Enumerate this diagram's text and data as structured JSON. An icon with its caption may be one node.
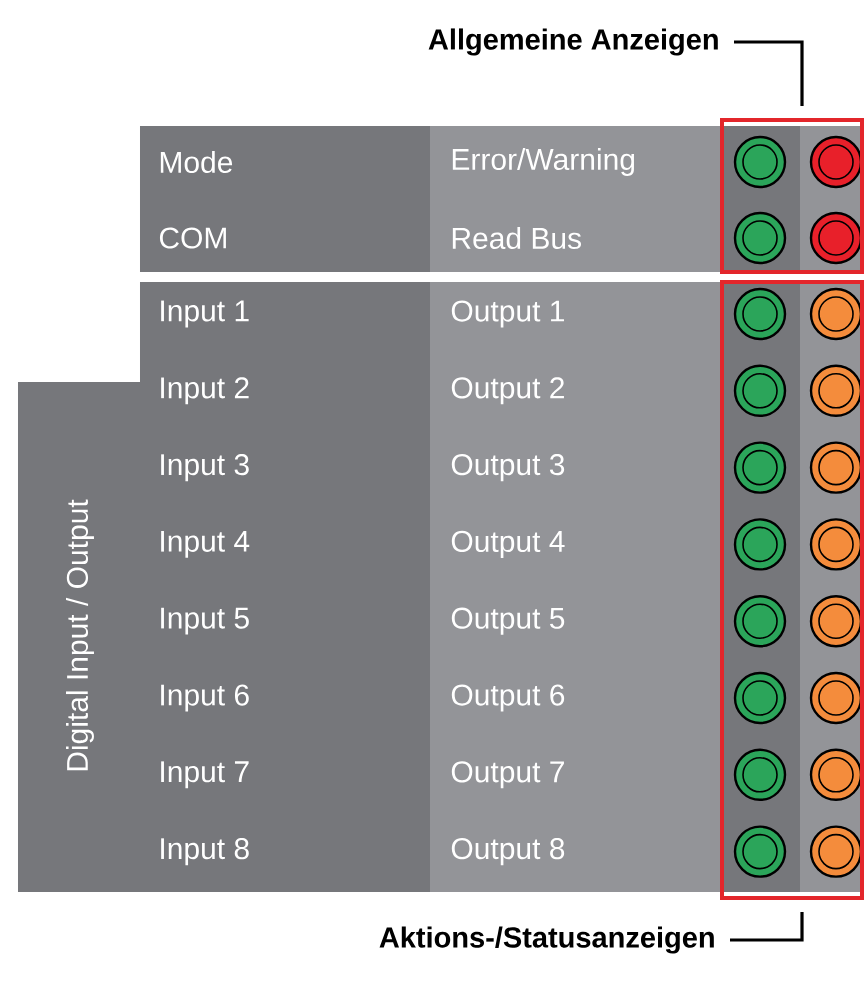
{
  "diagram": {
    "nodes": [
      {
        "text": [
          "Allgemeine Anzeigen"
        ]
      },
      {
        "text": [],
        "shape": "box"
      },
      {
        "text": [
          "Aktions-/Statusanzeigen"
        ]
      },
      {
        "text": [],
        "shape": "box"
      }
    ],
    "edges": [
      {
        "from": 0,
        "to": 1,
        "arrow": "none"
      },
      {
        "from": 2,
        "to": 3,
        "arrow": "none"
      }
    ],
    "labels": [
      "Mode",
      "Error/Warning",
      "COM",
      "Read Bus",
      "Input 1",
      "Output 1",
      "Input 2",
      "Output 2",
      "Input 3",
      "Output 3",
      "Input 4",
      "Output 4",
      "Input 5",
      "Output 5",
      "Input 6",
      "Output 6",
      "Input 7",
      "Output 7",
      "Input 8",
      "Output 8",
      "Digital Input / Output"
    ]
  }
}
